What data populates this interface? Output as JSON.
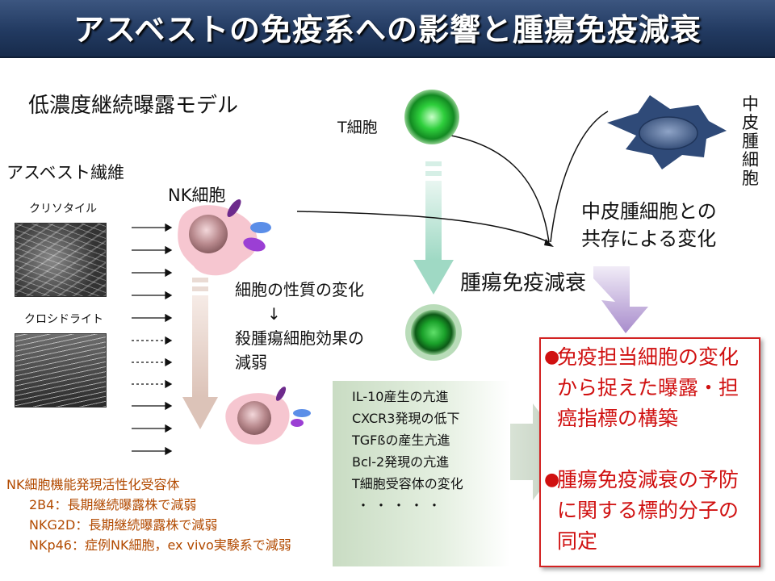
{
  "title": "アスベストの免疫系への影響と腫瘍免疫減衰",
  "model_label": "低濃度継続曝露モデル",
  "asbestos_label": "アスベスト繊維",
  "fibers": [
    {
      "label": "クリソタイル"
    },
    {
      "label": "クロシドライト"
    }
  ],
  "nk_label": "NK細胞",
  "tcell_label": "T細胞",
  "mesothelioma_label": "中皮腫細胞",
  "coexist_lines": [
    "中皮腫細胞との",
    "共存による変化"
  ],
  "tumor_decline": "腫瘍免疫減衰",
  "cell_change": {
    "line1": "細胞の性質の変化",
    "arrow": "↓",
    "line2": "殺腫瘍細胞効果の",
    "line3": "減弱"
  },
  "factors": [
    "IL-10産生の亢進",
    "CXCR3発現の低下",
    "TGFßの産生亢進",
    "Bcl-2発現の亢進",
    "T細胞受容体の変化",
    "・・・・・"
  ],
  "outcomes": [
    "免疫担当細胞の変化から捉えた曝露・担癌指標の構築",
    "腫瘍免疫減衰の予防に関する標的分子の同定"
  ],
  "receptors": {
    "heading": "NK細胞機能発現活性化受容体",
    "items": [
      "2B4：長期継続曝露株で減弱",
      "NKG2D：長期継続曝露株で減弱",
      "NKp46：症例NK細胞，ex vivo実験系で減弱"
    ]
  },
  "colors": {
    "title_bg": "#223a61",
    "outcome_red": "#d01010",
    "receptor_text": "#b24a00",
    "nk_cell_body": "#f6c6d0",
    "t_cell_green": "#22c33a"
  }
}
